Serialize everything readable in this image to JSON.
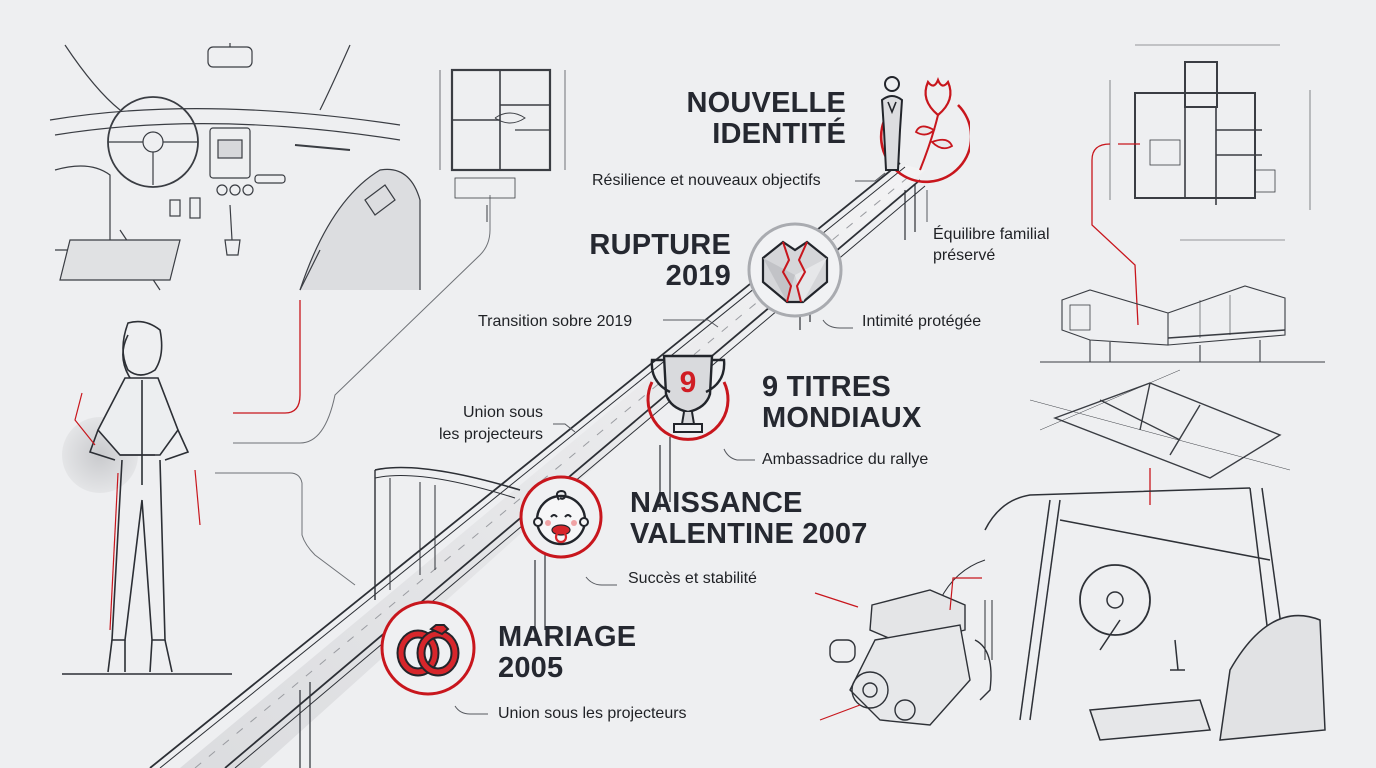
{
  "colors": {
    "background": "#eeeff1",
    "accent_red": "#c8161d",
    "ink": "#252830",
    "line_gray": "#8d9096"
  },
  "milestones": [
    {
      "id": "mariage",
      "title_line1": "MARIAGE",
      "title_line2": "2005",
      "caption": "Union sous les projecteurs",
      "icon": "wedding-rings-icon"
    },
    {
      "id": "naissance",
      "title_line1": "NAISSANCE",
      "title_line2": "VALENTINE 2007",
      "caption": "Succès et stabilité",
      "icon": "baby-face-icon"
    },
    {
      "id": "titres",
      "title_line1": "9 TITRES",
      "title_line2": "MONDIAUX",
      "caption": "Ambassadrice du rallye",
      "icon": "trophy-icon",
      "trophy_number": "9"
    },
    {
      "id": "rupture",
      "title_line1": "RUPTURE",
      "title_line2": "2019",
      "caption": "Intimité protégée",
      "icon": "broken-heart-cube-icon"
    },
    {
      "id": "identite",
      "title_line1": "NOUVELLE",
      "title_line2": "IDENTITÉ",
      "caption": "Résilience et nouveaux objectifs",
      "icon": "person-lotus-icon"
    }
  ],
  "side_notes": {
    "union_line1": "Union sous",
    "union_line2": "les projecteurs",
    "transition": "Transition sobre 2019",
    "equilibre_line1": "Équilibre familial",
    "equilibre_line2": "préservé"
  },
  "illustrations": [
    "car-interior-sketch",
    "floor-plan-small",
    "woman-standing-figure",
    "house-floor-plan",
    "modern-house-perspective",
    "perspective-floor-plan",
    "rally-car-interior-rollcage",
    "engine-sketch"
  ]
}
